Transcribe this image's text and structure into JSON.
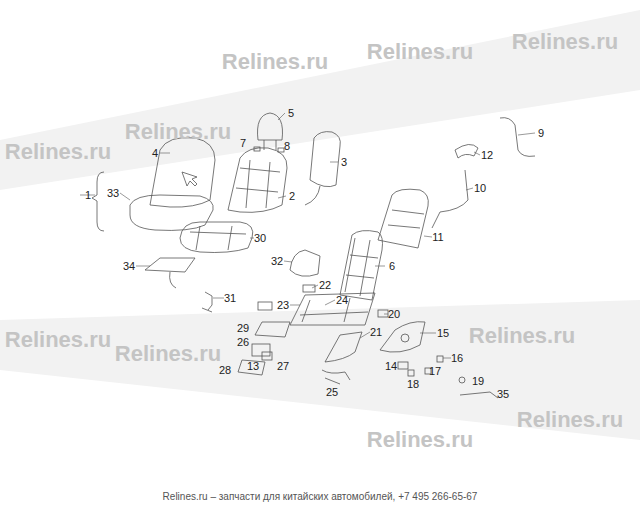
{
  "diagram": {
    "labels": [
      "1",
      "2",
      "3",
      "4",
      "5",
      "6",
      "7",
      "8",
      "9",
      "10",
      "11",
      "12",
      "13",
      "14",
      "15",
      "16",
      "17",
      "18",
      "19",
      "20",
      "21",
      "22",
      "23",
      "24",
      "25",
      "26",
      "27",
      "28",
      "29",
      "30",
      "31",
      "32",
      "33",
      "34",
      "35",
      "Relines.ru",
      "Relines.ru",
      "Relines.ru",
      "Relines.ru",
      "Relines.ru",
      "Relines.ru",
      "Relines.ru",
      "Relines.ru",
      "Relines.ru",
      "Relines.ru",
      "Relines.ru – запчасти для китайских автомобилей, +7 495 266-65-67"
    ]
  }
}
